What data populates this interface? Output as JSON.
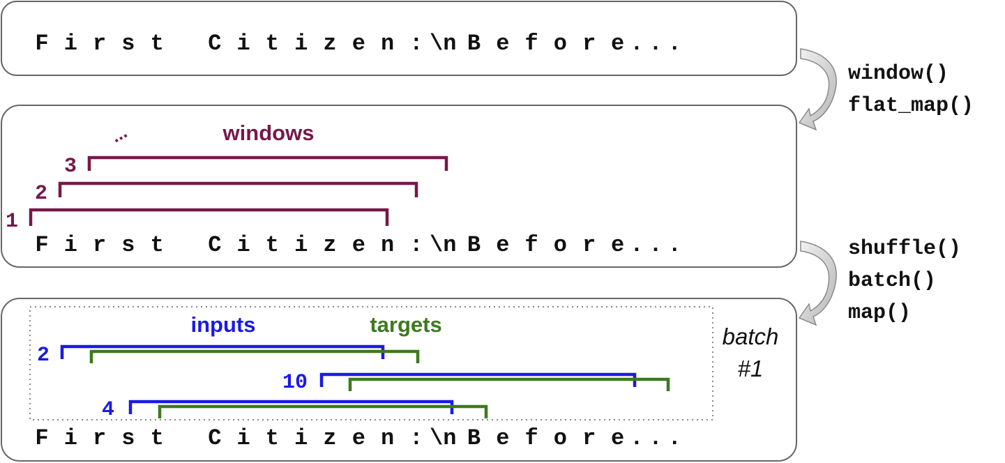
{
  "colors": {
    "windows": "#76184a",
    "inputs": "#1a1ae6",
    "targets": "#3c7a1e",
    "box_border": "#666666",
    "text": "#111111",
    "arrow": "#8a8a8a"
  },
  "text_row": [
    "F",
    "i",
    "r",
    "s",
    "t",
    "",
    "C",
    "i",
    "t",
    "i",
    "z",
    "e",
    "n",
    ":",
    "\\n",
    "B",
    "e",
    "f",
    "o",
    "r",
    "e..."
  ],
  "panel1": {},
  "panel2": {
    "label": "windows",
    "dots": "...",
    "windows": [
      {
        "label": "1"
      },
      {
        "label": "2"
      },
      {
        "label": "3"
      }
    ]
  },
  "panel3": {
    "inputs_label": "inputs",
    "targets_label": "targets",
    "batch_label_line1": "batch",
    "batch_label_line2": "#1",
    "pairs": [
      {
        "label": "2"
      },
      {
        "label": "10"
      },
      {
        "label": "4"
      }
    ]
  },
  "ops1": [
    "window()",
    "flat_map()"
  ],
  "ops2": [
    "shuffle()",
    "batch()",
    "map()"
  ]
}
